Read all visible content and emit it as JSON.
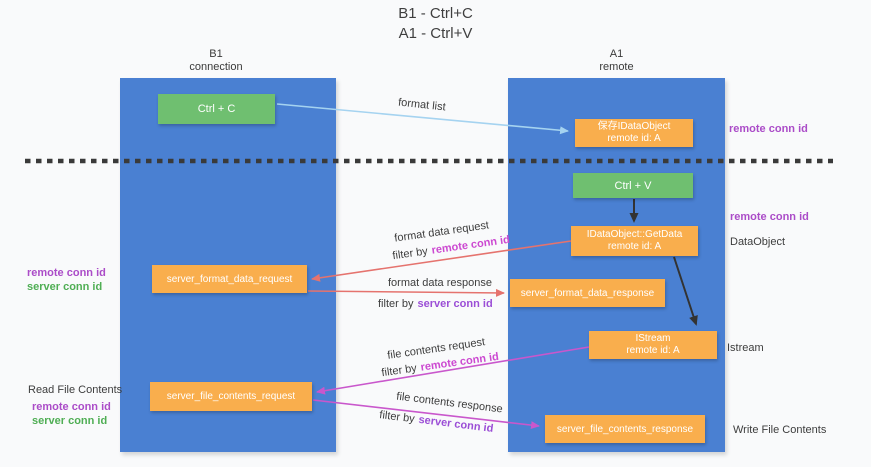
{
  "title": {
    "line1": "B1 - Ctrl+C",
    "line2": "A1 - Ctrl+V"
  },
  "lanes": {
    "left": {
      "name": "B1",
      "role": "connection"
    },
    "right": {
      "name": "A1",
      "role": "remote"
    }
  },
  "nodes": {
    "ctrl_c": "Ctrl + C",
    "ctrl_v": "Ctrl + V",
    "save_dataobject": {
      "line1": "保存IDataObject",
      "line2": "remote id: A"
    },
    "getdata": {
      "line1": "IDataObject::GetData",
      "line2": "remote id: A"
    },
    "istream": {
      "line1": "IStream",
      "line2": "remote id: A"
    },
    "format_request": "server_format_data_request",
    "format_response": "server_format_data_response",
    "file_request": "server_file_contents_request",
    "file_response": "server_file_contents_response"
  },
  "labels": {
    "remote_conn_id": "remote conn id",
    "server_conn_id": "server conn id",
    "dataobject": "DataObject",
    "istream": "Istream",
    "read_file_contents": "Read File Contents",
    "write_file_contents": "Write File Contents",
    "format_list": "format list",
    "format_data_request": "format data request",
    "format_data_response": "format data response",
    "file_contents_request": "file contents request",
    "file_contents_response": "file contents response",
    "filter_by": "filter by"
  },
  "colors": {
    "lane_blue": "#4a80d2",
    "box_green": "#6fbf70",
    "box_orange": "#f9ae4d",
    "arrow_red": "#e5736e",
    "arrow_magenta": "#c957cc",
    "arrow_blue": "#a5d3f0",
    "arrow_black": "#333333",
    "text_purple": "#ab4cc8",
    "text_magenta": "#cc49d1",
    "text_violet": "#9b4ed6",
    "text_green": "#4fae54"
  }
}
